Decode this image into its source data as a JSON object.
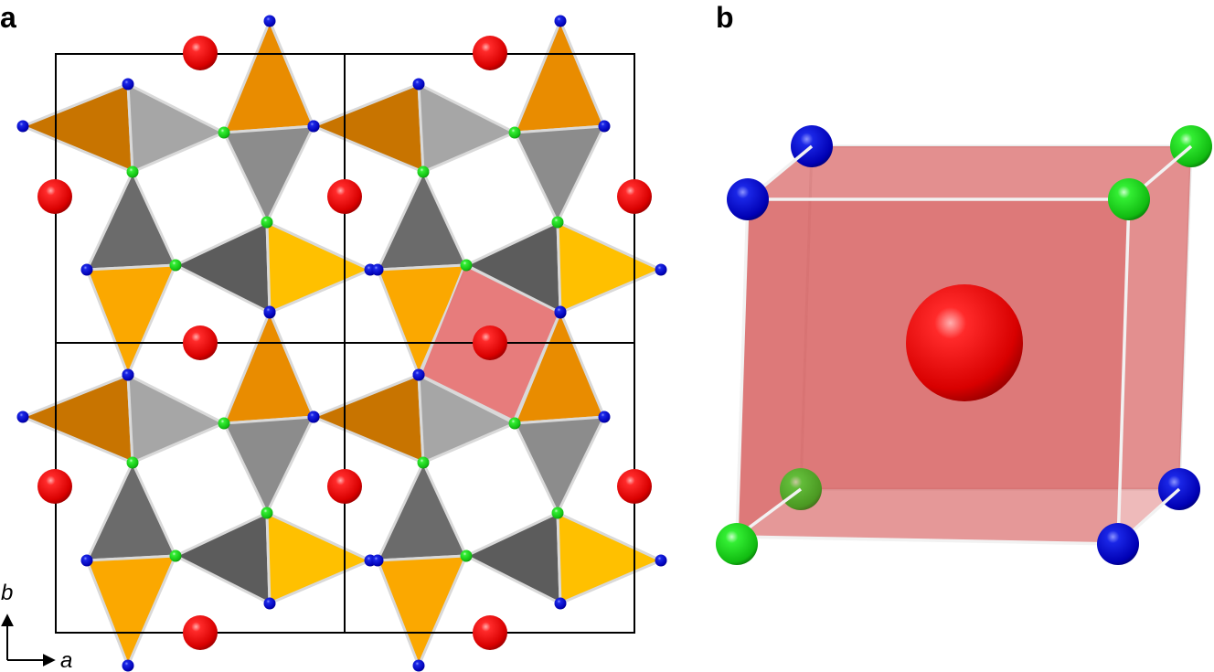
{
  "panels": {
    "a": {
      "label": "a"
    },
    "b": {
      "label": "b"
    }
  },
  "axes": {
    "x_label": "a",
    "y_label": "b"
  },
  "colors": {
    "background": "#ffffff",
    "cell_edge": "#000000",
    "bond": "#d9d9d9",
    "oxygen_blue": "#0a14c8",
    "oxygen_green": "#22dd22",
    "cation_red": "#e01010",
    "orange_dark": "#c87400",
    "orange_mid": "#e98c00",
    "orange_light": "#fba800",
    "yellow_orange": "#ffc000",
    "gray_light": "#a6a6a6",
    "gray_mid": "#8c8c8c",
    "gray_dark": "#6b6b6b",
    "gray_darker": "#5c5c5c",
    "highlight_square": "#e46e6e",
    "cube_face": "#d96b6b"
  }
}
